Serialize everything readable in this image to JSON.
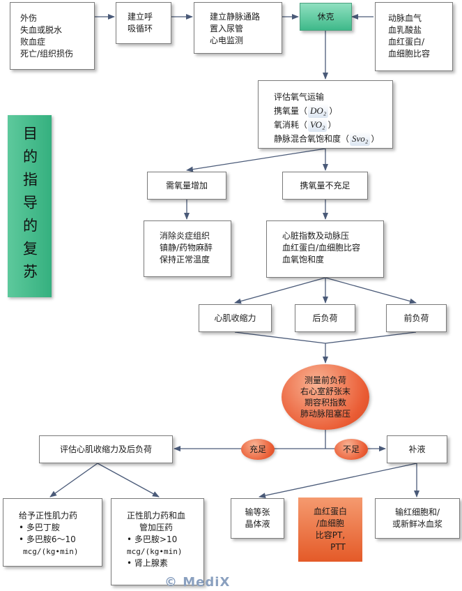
{
  "causes": {
    "lines": [
      "外伤",
      "失血或脱水",
      "败血症",
      "死亡/组织损伤"
    ]
  },
  "establish_circulation": {
    "lines": [
      "建立呼",
      "吸循环"
    ]
  },
  "iv_access": {
    "lines": [
      "建立静脉通路",
      "置入尿管",
      "心电监测"
    ]
  },
  "shock": {
    "label": "休克"
  },
  "labs": {
    "lines": [
      "动脉血气",
      "血乳酸盐",
      "血红蛋白/",
      "血细胞比容"
    ]
  },
  "oxygen_eval": {
    "title": "评估氧气运输",
    "do2_label": "携氧量（",
    "do2_sym": "DO₂",
    "do2_end": "）",
    "vo2_label": "氧消耗（",
    "vo2_sym": "VO₂",
    "vo2_end": "）",
    "svo2_label": "静脉混合氧饱和度（",
    "svo2_sym": "Svo₂",
    "svo2_end": "）"
  },
  "sidebar": {
    "label": "目的指导的复苏"
  },
  "demand_up": {
    "label": "需氧量增加"
  },
  "supply_low": {
    "label": "携氧量不充足"
  },
  "demand_actions": {
    "lines": [
      "消除炎症组织",
      "镇静/药物麻醉",
      "保持正常温度"
    ]
  },
  "supply_factors": {
    "lines": [
      "心脏指数及动脉压",
      "血红蛋白/血细胞比容",
      "血氧饱和度"
    ]
  },
  "contractility": {
    "label": "心肌收缩力"
  },
  "afterload": {
    "label": "后负荷"
  },
  "preload": {
    "label": "前负荷"
  },
  "preload_measure": {
    "lines": [
      "测量前负荷",
      "右心室舒张末",
      "期容积指数",
      "肺动脉阻塞压"
    ]
  },
  "adequate": {
    "label": "充足"
  },
  "inadequate": {
    "label": "不足"
  },
  "evaluate": {
    "label": "评估心肌收缩力及后负荷"
  },
  "fluids": {
    "label": "补液"
  },
  "inotropes": {
    "title": "给予正性肌力药",
    "items": [
      "多巴丁胺",
      "多巴胺6～10"
    ],
    "unit": "mcg/(kg•min)"
  },
  "vasopressors": {
    "title1": "正性肌力药和血",
    "title2": "管加压药",
    "items": [
      "多巴胺>10"
    ],
    "unit": "mcg/(kg•min)",
    "items2": [
      "肾上腺素"
    ]
  },
  "crystalloid": {
    "lines": [
      "输等张",
      "晶体液"
    ]
  },
  "hb_check": {
    "lines": [
      "血红蛋白",
      "/血细胞",
      "比容PT,",
      "PTT"
    ]
  },
  "transfusion": {
    "lines": [
      "输红细胞和/",
      "或新鲜冰血浆"
    ]
  },
  "watermark": {
    "label": "© MediX"
  }
}
